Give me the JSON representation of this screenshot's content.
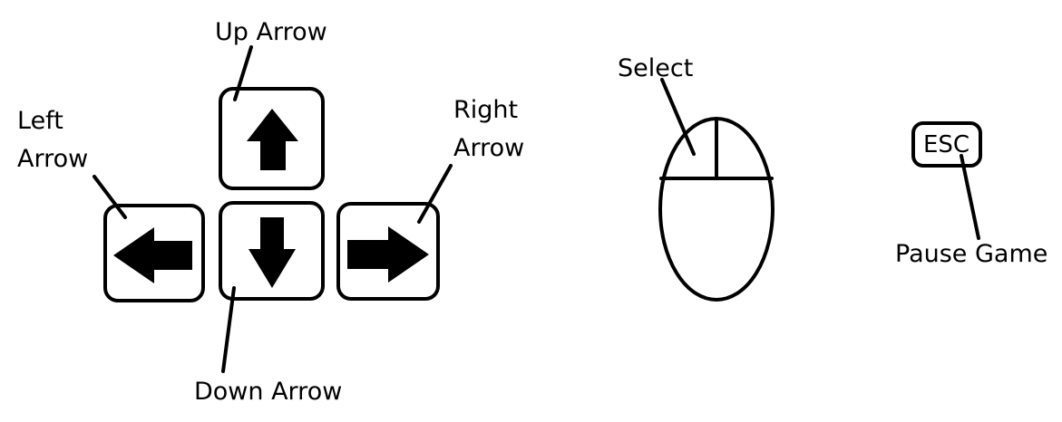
{
  "labels": {
    "up_arrow": "Up Arrow",
    "left_arrow_line1": "Left",
    "left_arrow_line2": "Arrow",
    "right_arrow_line1": "Right",
    "right_arrow_line2": "Arrow",
    "down_arrow": "Down Arrow",
    "select": "Select",
    "pause_game": "Pause Game"
  },
  "keys": {
    "esc": "ESC"
  },
  "icons": {
    "up_key": "up-arrow-icon",
    "down_key": "down-arrow-icon",
    "left_key": "left-arrow-icon",
    "right_key": "right-arrow-icon",
    "mouse": "mouse-icon"
  },
  "colors": {
    "ink": "#000000",
    "background": "#ffffff"
  }
}
